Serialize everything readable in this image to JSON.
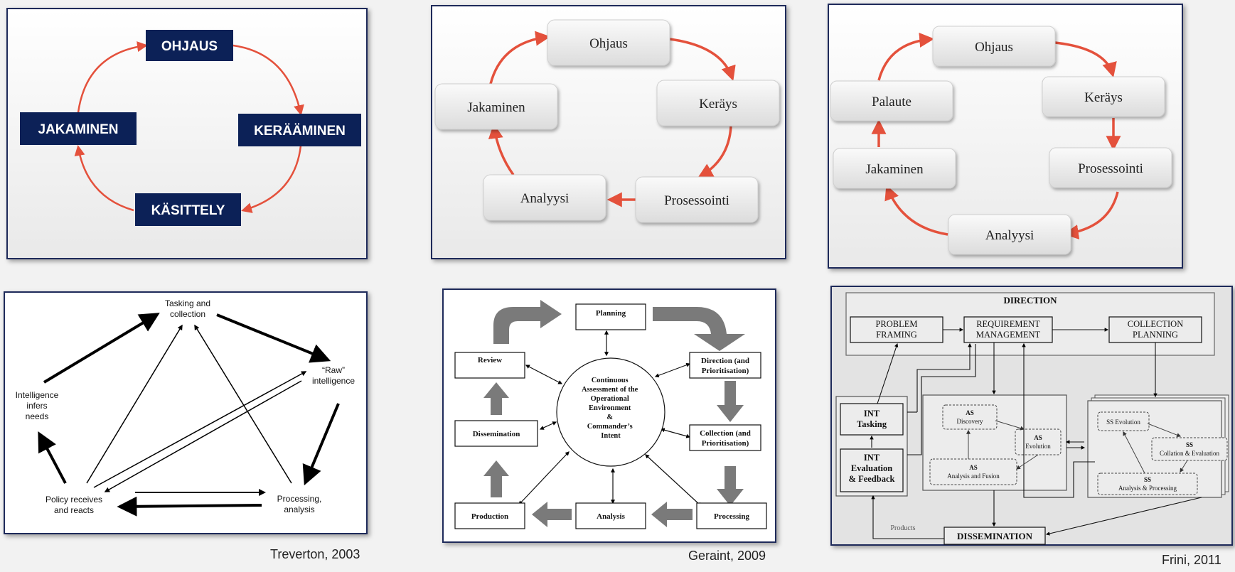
{
  "d1": {
    "nodes": [
      "OHJAUS",
      "KERÄÄMINEN",
      "KÄSITTELY",
      "JAKAMINEN"
    ],
    "colors": {
      "box": "#0c2157",
      "text": "#ffffff",
      "arrow": "#e4513c"
    }
  },
  "d2": {
    "nodes": [
      "Ohjaus",
      "Keräys",
      "Prosessointi",
      "Analyysi",
      "Jakaminen"
    ]
  },
  "d3": {
    "nodes": [
      "Ohjaus",
      "Keräys",
      "Prosessointi",
      "Analyysi",
      "Jakaminen",
      "Palaute"
    ]
  },
  "d4": {
    "tasking": [
      "Tasking and",
      "collection"
    ],
    "raw": [
      "“Raw”",
      "intelligence"
    ],
    "processing": [
      "Processing,",
      "analysis"
    ],
    "policy": [
      "Policy receives",
      "and reacts"
    ],
    "infers": [
      "Intelligence",
      "infers",
      "needs"
    ],
    "caption": "Treverton, 2003"
  },
  "d5": {
    "planning": "Planning",
    "direction": [
      "Direction (and",
      "Prioritisation)"
    ],
    "collection": [
      "Collection (and",
      "Prioritisation)"
    ],
    "processing": "Processing",
    "analysis": "Analysis",
    "production": "Production",
    "dissemination": "Dissemination",
    "review": "Review",
    "center": [
      "Continuous",
      "Assessment of the",
      "Operational",
      "Environment",
      "&",
      "Commander’s",
      "Intent"
    ],
    "caption": "Geraint, 2009"
  },
  "d6": {
    "direction": "DIRECTION",
    "problem": [
      "PROBLEM",
      "FRAMING"
    ],
    "requirement": [
      "REQUIREMENT",
      "MANAGEMENT"
    ],
    "collection": [
      "COLLECTION",
      "PLANNING"
    ],
    "int_tasking": [
      "INT",
      "Tasking"
    ],
    "int_eval": [
      "INT",
      "Evaluation",
      "& Feedback"
    ],
    "as_discovery": [
      "AS",
      "Discovery"
    ],
    "as_evolution": [
      "AS",
      "Evolution"
    ],
    "as_analysis": [
      "AS",
      "Analysis and Fusion"
    ],
    "ss_evolution": "SS Evolution",
    "ss_collation": [
      "SS",
      "Collation & Evaluation"
    ],
    "ss_analysis": [
      "SS",
      "Analysis & Processing"
    ],
    "products": "Products",
    "dissemination": "DISSEMINATION",
    "caption": "Frini, 2011"
  }
}
